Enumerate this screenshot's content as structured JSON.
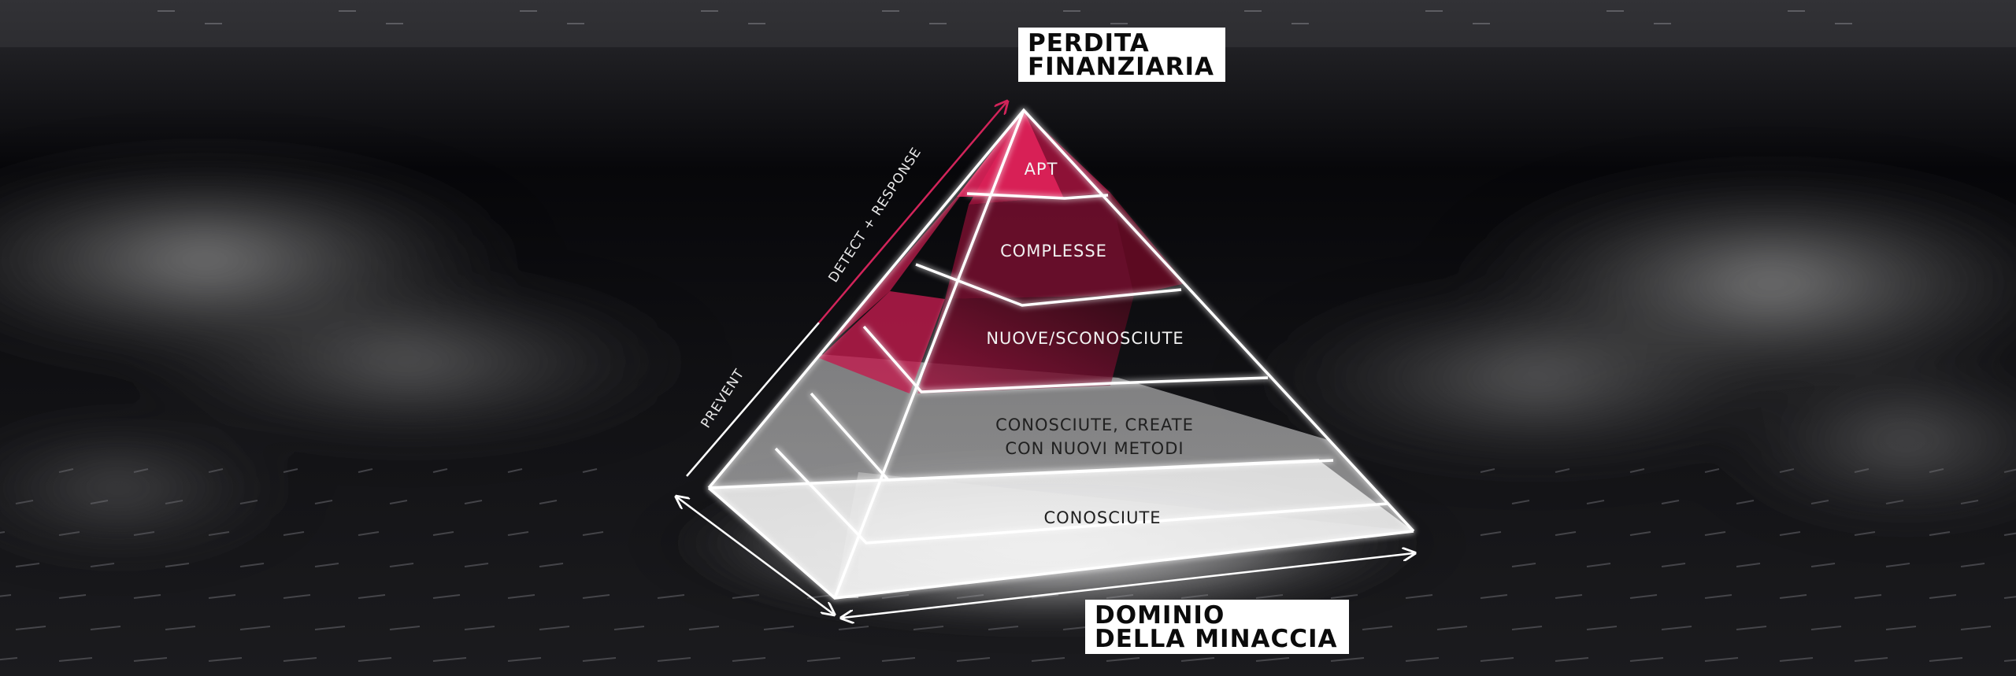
{
  "callouts": {
    "top": [
      "PERDITA",
      "FINANZIARIA"
    ],
    "bottom": [
      "DOMINIO",
      "DELLA MINACCIA"
    ]
  },
  "pyramid_levels": [
    {
      "label": "APT"
    },
    {
      "label": "COMPLESSE"
    },
    {
      "label": "NUOVE/SCONOSCIUTE"
    },
    {
      "label": "CONOSCIUTE, CREATE",
      "label_line2": "CON NUOVI METODI"
    },
    {
      "label": "CONOSCIUTE"
    }
  ],
  "axis_labels": {
    "upper": "DETECT + RESPONSE",
    "lower": "PREVENT"
  },
  "colors": {
    "accent": "#c8184a",
    "accent_dark": "#6b0f2a",
    "glow": "#ffffff",
    "background": "#0a0a0c"
  }
}
